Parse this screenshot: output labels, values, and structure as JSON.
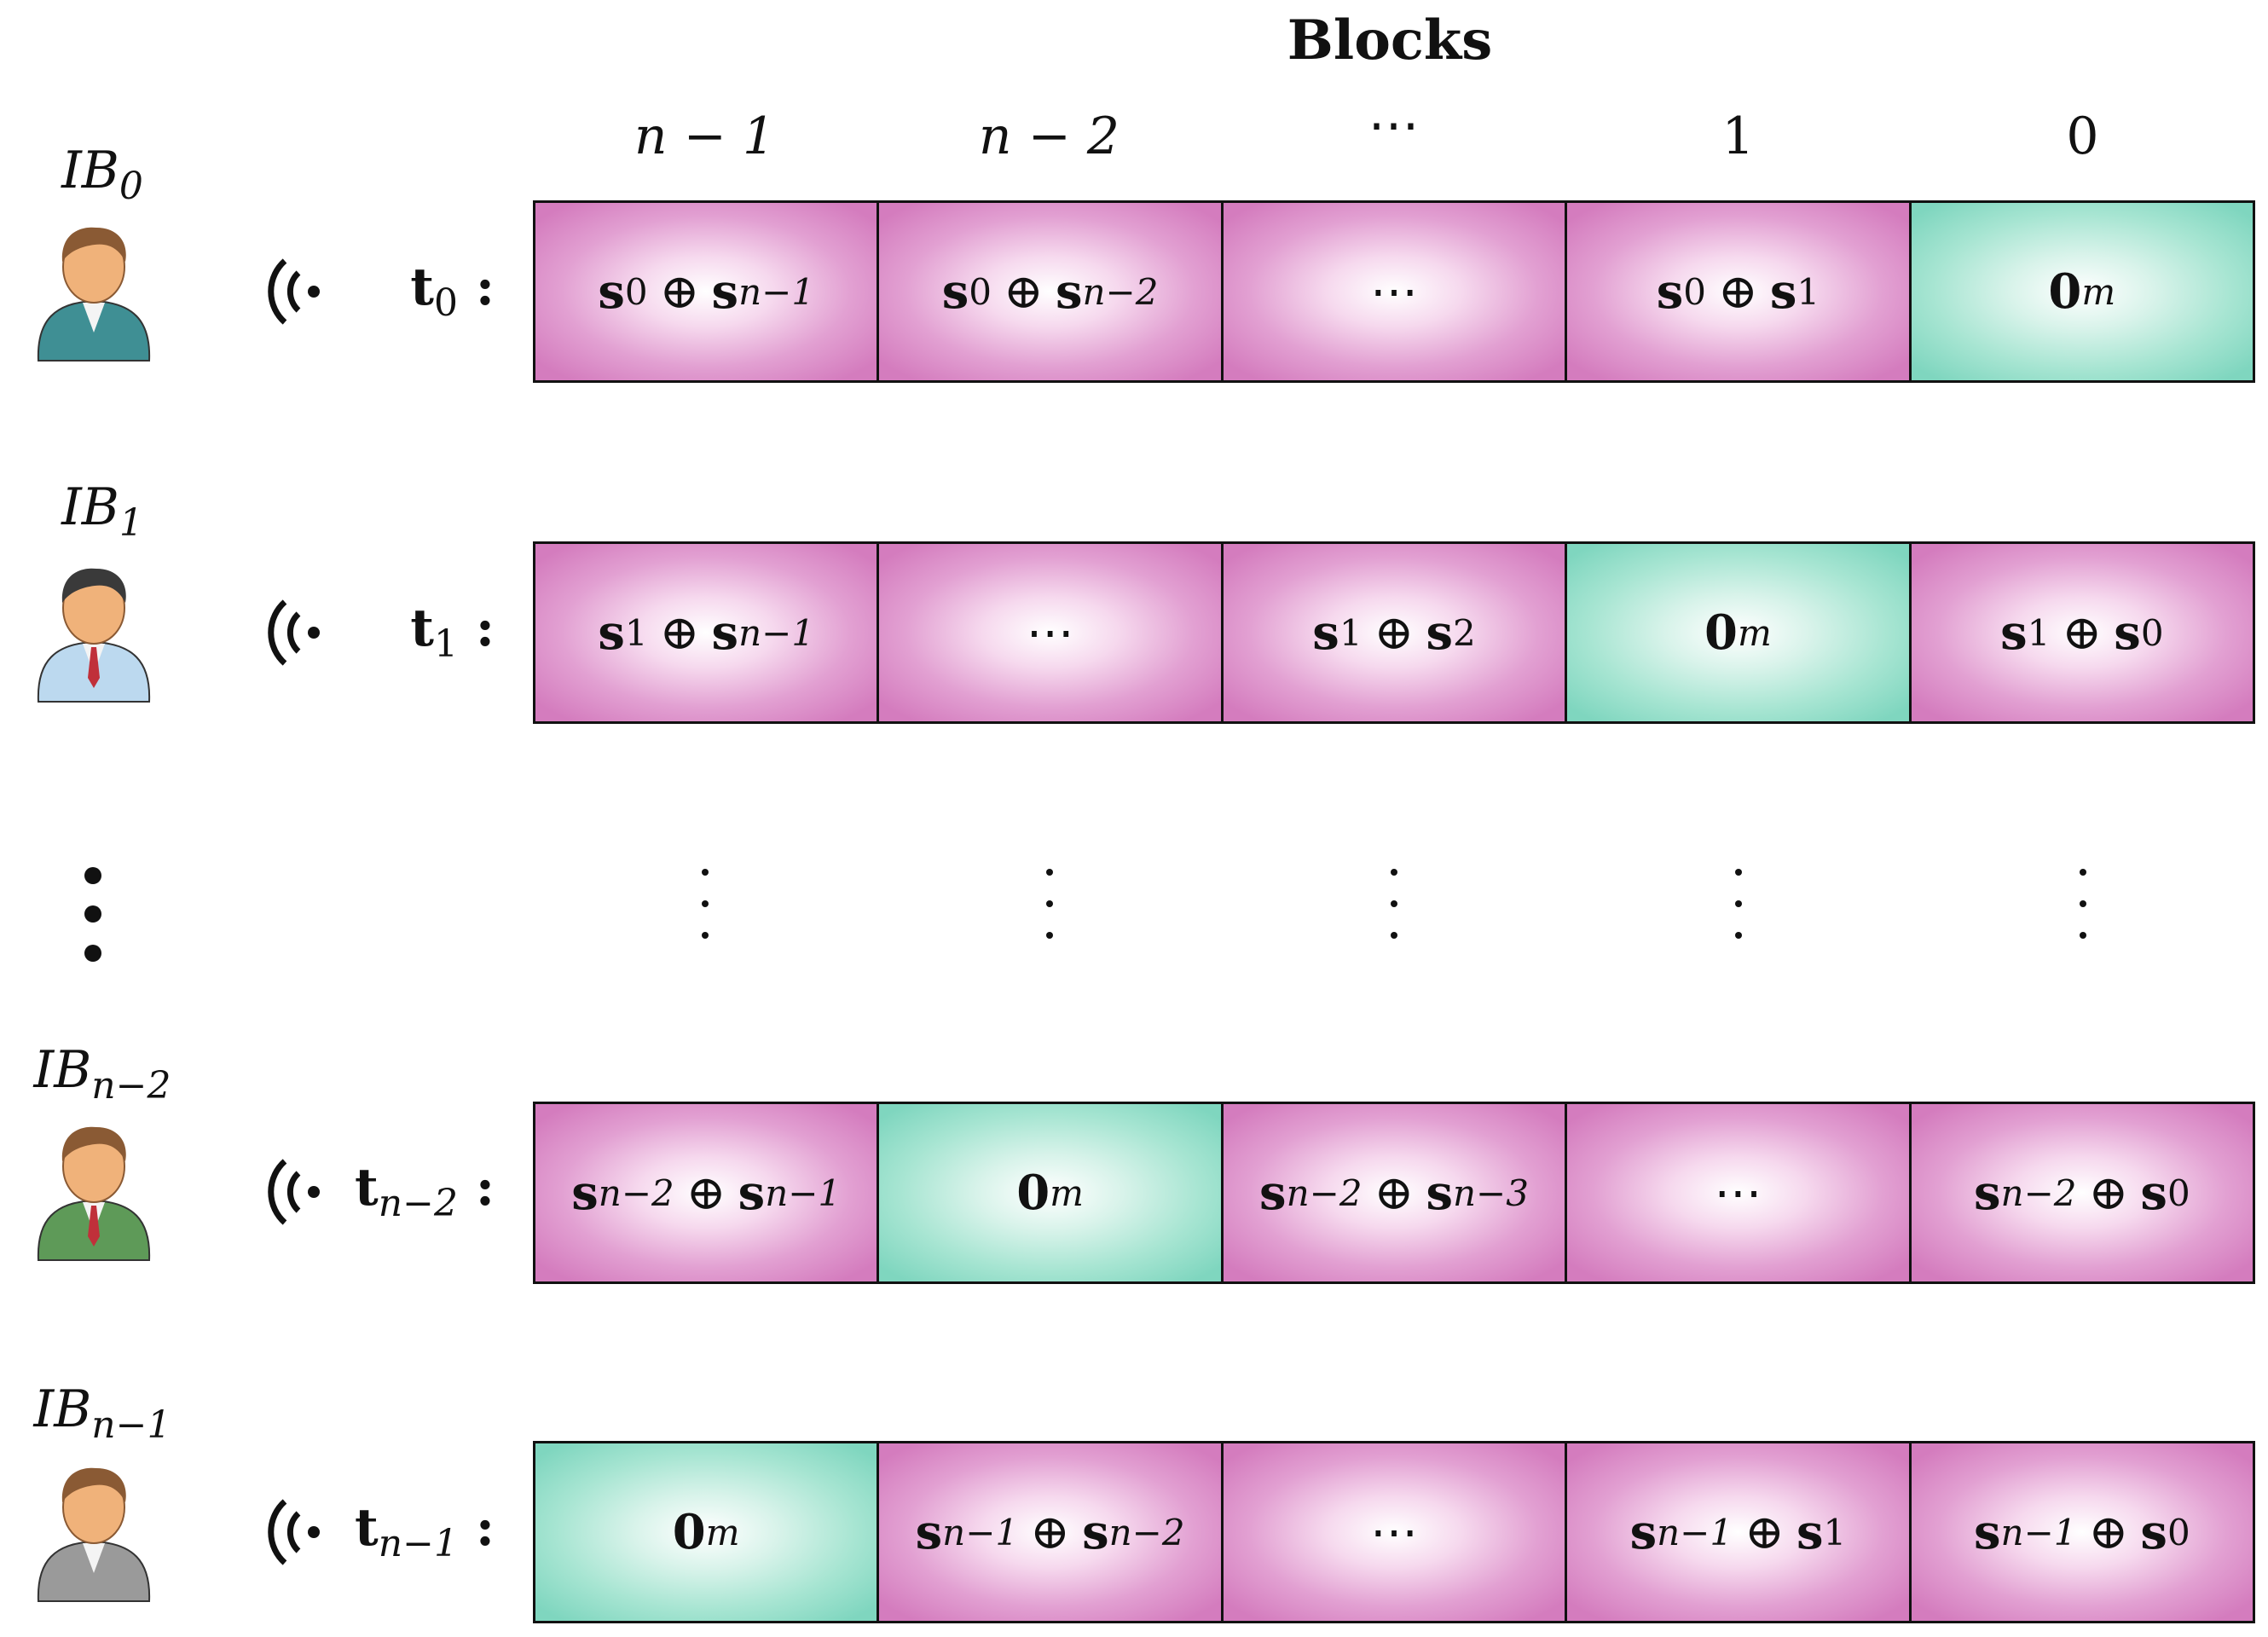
{
  "title": "Blocks",
  "columns": [
    "n − 1",
    "n − 2",
    "⋯",
    "1",
    "0"
  ],
  "participants": [
    {
      "ib_base": "IB",
      "ib_sub": "0",
      "t_base": "t",
      "t_sub": "0",
      "colon": ":",
      "avatar_color": "#3f8f94",
      "cells": [
        {
          "main": "s",
          "sub": "0",
          "op": "⊕",
          "main2": "s",
          "sub2": "n−1",
          "kind": "pink"
        },
        {
          "main": "s",
          "sub": "0",
          "op": "⊕",
          "main2": "s",
          "sub2": "n−2",
          "kind": "pink"
        },
        {
          "text": "⋯",
          "kind": "pink"
        },
        {
          "main": "s",
          "sub": "0",
          "op": "⊕",
          "main2": "s",
          "sub2": "1",
          "kind": "pink"
        },
        {
          "zero": "0",
          "zsub": "m",
          "kind": "green"
        }
      ]
    },
    {
      "ib_base": "IB",
      "ib_sub": "1",
      "t_base": "t",
      "t_sub": "1",
      "colon": ":",
      "avatar_color": "#bcd9ef",
      "cells": [
        {
          "main": "s",
          "sub": "1",
          "op": "⊕",
          "main2": "s",
          "sub2": "n−1",
          "kind": "pink"
        },
        {
          "text": "⋯",
          "kind": "pink"
        },
        {
          "main": "s",
          "sub": "1",
          "op": "⊕",
          "main2": "s",
          "sub2": "2",
          "kind": "pink"
        },
        {
          "zero": "0",
          "zsub": "m",
          "kind": "green"
        },
        {
          "main": "s",
          "sub": "1",
          "op": "⊕",
          "main2": "s",
          "sub2": "0",
          "kind": "pink"
        }
      ]
    },
    {
      "ib_base": "IB",
      "ib_sub": "n−2",
      "t_base": "t",
      "t_sub": "n−2",
      "colon": ":",
      "avatar_color": "#5e9a58",
      "cells": [
        {
          "main": "s",
          "sub": "n−2",
          "op": "⊕",
          "main2": "s",
          "sub2": "n−1",
          "kind": "pink"
        },
        {
          "zero": "0",
          "zsub": "m",
          "kind": "green"
        },
        {
          "main": "s",
          "sub": "n−2",
          "op": "⊕",
          "main2": "s",
          "sub2": "n−3",
          "kind": "pink"
        },
        {
          "text": "⋯",
          "kind": "pink"
        },
        {
          "main": "s",
          "sub": "n−2",
          "op": "⊕",
          "main2": "s",
          "sub2": "0",
          "kind": "pink"
        }
      ]
    },
    {
      "ib_base": "IB",
      "ib_sub": "n−1",
      "t_base": "t",
      "t_sub": "n−1",
      "colon": ":",
      "avatar_color": "#9a9a9a",
      "cells": [
        {
          "zero": "0",
          "zsub": "m",
          "kind": "green"
        },
        {
          "main": "s",
          "sub": "n−1",
          "op": "⊕",
          "main2": "s",
          "sub2": "n−2",
          "kind": "pink"
        },
        {
          "text": "⋯",
          "kind": "pink"
        },
        {
          "main": "s",
          "sub": "n−1",
          "op": "⊕",
          "main2": "s",
          "sub2": "1",
          "kind": "pink"
        },
        {
          "main": "s",
          "sub": "n−1",
          "op": "⊕",
          "main2": "s",
          "sub2": "0",
          "kind": "pink"
        }
      ]
    }
  ],
  "icons": {
    "person": "person-icon",
    "signal": "wireless-signal-icon"
  },
  "colors": {
    "pink_cell": "#d47cbe",
    "green_cell": "#7fd6bf",
    "border": "#111111"
  }
}
